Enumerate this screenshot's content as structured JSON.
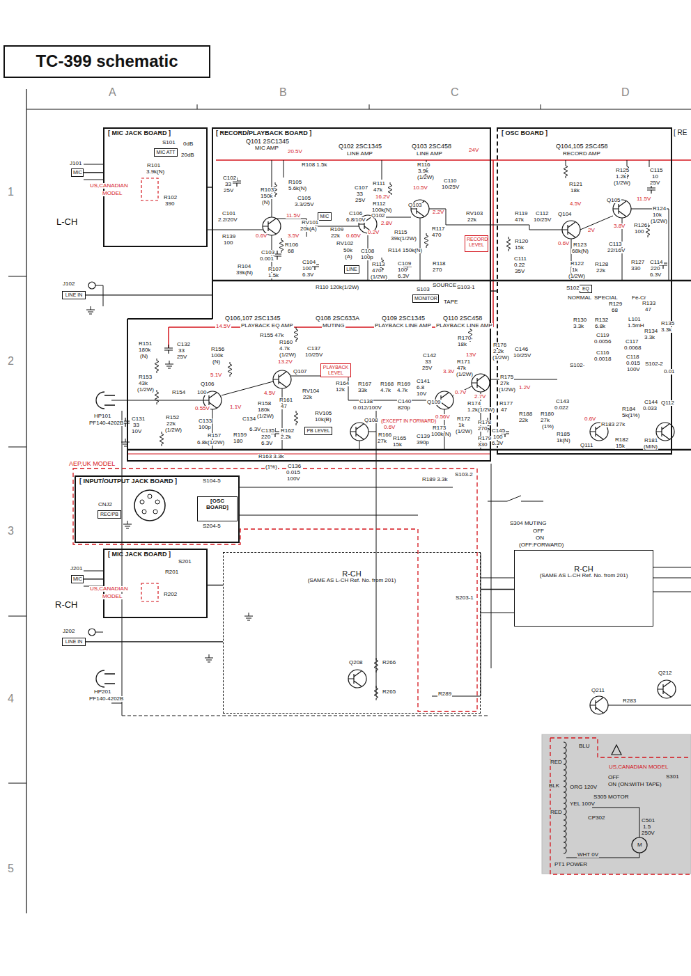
{
  "diagram": {
    "title": "TC-399 schematic",
    "nodes": [
      {
        "text": [
          "[ MIC JACK BOARD ]"
        ]
      },
      {
        "text": [
          "[ RECORD/PLAYBACK BOARD ]"
        ]
      },
      {
        "text": [
          "[ OSC BOARD ]"
        ]
      },
      {
        "text": [
          "[ INPUT/OUTPUT JACK BOARD ]"
        ]
      },
      {
        "text": [
          "[OSC BOARD]"
        ],
        "in": 3
      },
      {
        "text": [
          "[ MIC JACK BOARD ]"
        ]
      },
      {
        "text": [
          "R-CH",
          "(SAME AS L-CH Ref. No. from 201)"
        ]
      },
      {
        "text": [
          "R-CH",
          "(SAME AS L-CH Ref. No. from 201)"
        ]
      },
      {
        "text": [
          "MIC ATT"
        ],
        "in": 0
      },
      {
        "text": [
          "MIC"
        ],
        "in": 1
      },
      {
        "text": [
          "LINE"
        ],
        "in": 1
      },
      {
        "text": [
          "RECORD LEVEL"
        ],
        "in": 1
      },
      {
        "text": [
          "MONITOR"
        ],
        "in": 1
      },
      {
        "text": [
          "PLAYBACK LEVEL"
        ],
        "in": 1
      },
      {
        "text": [
          "PB LEVEL"
        ],
        "in": 1
      },
      {
        "text": [
          "EQ"
        ],
        "in": 2
      },
      {
        "text": [
          "REC/PB"
        ],
        "in": 3
      },
      {
        "text": [
          "MIC"
        ]
      },
      {
        "text": [
          "LINE IN"
        ]
      },
      {
        "text": [
          "MIC"
        ]
      },
      {
        "text": [
          "LINE IN"
        ]
      }
    ],
    "edges": [
      {
        "from": 17,
        "to": 0,
        "arrow": "none"
      },
      {
        "from": 0,
        "to": 1,
        "arrow": "none"
      },
      {
        "from": 18,
        "to": 1,
        "arrow": "none"
      },
      {
        "from": 1,
        "to": 2,
        "arrow": "none"
      },
      {
        "from": 19,
        "to": 5,
        "arrow": "none"
      },
      {
        "from": 5,
        "to": 6,
        "arrow": "none"
      },
      {
        "from": 20,
        "to": 6,
        "arrow": "none"
      },
      {
        "from": 6,
        "to": 7,
        "arrow": "none"
      }
    ],
    "labels": [
      "A",
      "B",
      "C",
      "D",
      "1",
      "2",
      "3",
      "4",
      "5",
      "J101",
      "S101",
      "0dB",
      "20dB",
      "R101",
      "3.9k(N)",
      "US,CANADIAN",
      "MODEL",
      "R102",
      "390",
      "L-CH",
      "J102",
      "R-CH",
      "J201",
      "S201",
      "R201",
      "US,CANADIAN",
      "MODEL",
      "R202",
      "J202",
      "HP101",
      "PF140-4202B",
      "HP201",
      "PF140-4202B",
      "AEP,UK MODEL",
      "CNJ2",
      "Q101 2SC1345",
      "MIC AMP",
      "Q102 2SC1345",
      "LINE AMP",
      "Q103 2SC458",
      "LINE AMP",
      "20.5V",
      "24V",
      "R108 1.5k",
      "C102",
      "33",
      "25V",
      "R103",
      "150k",
      "(N)",
      "R105",
      "5.6k(N)",
      "C105",
      "3.3/25V",
      "11.5V",
      "C101",
      "2.2/20V",
      "R139",
      "100",
      "0.6V",
      "3.5V",
      "RV101",
      "20k(A)",
      "R106",
      "68",
      "C103",
      "0.001",
      "R104",
      "39k(N)",
      "R107",
      "1.5k",
      "C104",
      "100",
      "6.3V",
      "R109",
      "22k",
      "RV102",
      "50k",
      "(A)",
      "R110 120k(1/2W)",
      "C107",
      "33",
      "25V",
      "R111",
      "47k",
      "16.2V",
      "R112",
      "100k(N)",
      "2.8V",
      "C106",
      "6.8/10V",
      "0.65V",
      "Q102",
      "0.2V",
      "R115",
      "39k(1/2W)",
      "C108",
      "100p",
      "R113",
      "470",
      "(1/2W)",
      "R114 150k(N)",
      "C109",
      "100",
      "6.3V",
      "R116",
      "3.9k",
      "(1/2W)",
      "10.5V",
      "Q103",
      "2.2V",
      "R117",
      "470",
      "R118",
      "270",
      "C110",
      "10/25V",
      "RV103",
      "22k",
      "SOURCE",
      "TAPE",
      "S103-1",
      "S103",
      "Q104,105 2SC458",
      "RECORD AMP",
      "R121",
      "18k",
      "R125",
      "1.2k",
      "(1/2W)",
      "C115",
      "10",
      "25V",
      "4.5V",
      "11.5V",
      "Q105",
      "R124",
      "10k",
      "(1/2W)",
      "Q104",
      "3.8V",
      "R126",
      "100",
      "2V",
      "R119",
      "47k",
      "C112",
      "10/25V",
      "R120",
      "15k",
      "0.6V",
      "R123",
      "68k(N)",
      "C113",
      "22/16V",
      "C111",
      "0.22",
      "35V",
      "R122",
      "1k",
      "(1/2W)",
      "R128",
      "22k",
      "R127",
      "330",
      "C114",
      "220",
      "6.3V",
      "S102",
      "NORMAL",
      "SPECIAL",
      "Fe-Cr",
      "R129",
      "68",
      "R133",
      "47",
      "R130",
      "3.3k",
      "R132",
      "6.8k",
      "L101",
      "1.5mH",
      "C119",
      "0.0056",
      "C117",
      "0.0068",
      "R134",
      "3.3k",
      "R135",
      "3.3k",
      "C116",
      "0.0018",
      "C118",
      "0.015",
      "100V",
      "S102-",
      "S102-2",
      "0.01",
      "Q106,107 2SC1345",
      "PLAYBACK EQ AMP",
      "14.5V",
      "R155 47k",
      "Q108 2SC633A",
      "MUTING",
      "Q109 2SC1345",
      "PLAYBACK LINE AMP",
      "Q110 2SC458",
      "PLAYBACK LINE AMP",
      "R151",
      "180k",
      "(N)",
      "C132",
      "33",
      "25V",
      "R153",
      "43k",
      "(1/2W)",
      "R156",
      "100k",
      "(N)",
      "R160",
      "4.7k",
      "(1/2W)",
      "13.2V",
      "C137",
      "10/25V",
      "5.1V",
      "Q107",
      "4.5V",
      "R154",
      "100",
      "Q106",
      "R158",
      "180k",
      "(1/2W)",
      "R161",
      "47",
      "0.55V",
      "1.1V",
      "C133",
      "100p",
      "C134",
      "6.3V",
      "R157",
      "6.8k(1/2W)",
      "R159",
      "180",
      "C135",
      "220",
      "6.3V",
      "R162",
      "2.2k",
      "C131",
      "33",
      "10V",
      "R152",
      "22k",
      "(1/2W)",
      "R163 3.3k",
      "(1%)",
      "C136",
      "0.015",
      "100V",
      "RV104",
      "22k",
      "RV105",
      "10k(B)",
      "R164",
      "12k",
      "R167",
      "33k",
      "C138",
      "0.012/100V",
      "R168",
      "4.7k",
      "R169",
      "4.7k",
      "C140",
      "820p",
      "C141",
      "6.8",
      "10V",
      "C142",
      "33",
      "25V",
      "3.3V",
      "Q109",
      "0.7V",
      "0.56V",
      "(EXCEPT IN FORWARD)",
      "0.6V",
      "Q108",
      "R166",
      "27k",
      "R165",
      "15k",
      "C139",
      "390p",
      "R173",
      "100k(N)",
      "R172",
      "1k",
      "(1/2W)",
      "R178",
      "270",
      "R179",
      "330",
      "R170",
      "18k",
      "R171",
      "47k",
      "(1/2W)",
      "13V",
      "2.7V",
      "R174",
      "1.2k(1/2W)",
      "R177",
      "47",
      "R176",
      "2.2k",
      "(1/2W)",
      "C146",
      "10/25V",
      "R175",
      "27k",
      "(1/2W)",
      "1.2V",
      "R188",
      "22k",
      "C145",
      "100",
      "6.3V",
      "C143",
      "0.022",
      "R180",
      "27k",
      "(1%)",
      "0.6V",
      "R184",
      "5k(1%)",
      "C144",
      "0.033",
      "R183 27k",
      "Q111",
      "Q112",
      "R185",
      "1k(N)",
      "R182",
      "15k",
      "R181",
      "(MIN)",
      "S103-2",
      "R189 3.3k",
      "S104-5",
      "S204-5",
      "S304 MUTING",
      "OFF",
      "ON",
      "(OFF:FORWARD)",
      "S203-1",
      "Q208",
      "R266",
      "R265",
      "R289",
      "Q211",
      "R283",
      "Q212",
      "[ RE",
      "BLU",
      "RED",
      "US,CANADIAN MODEL",
      "OFF",
      "ON (ON:WITH TAPE)",
      "S301",
      "BLK",
      "ORG 120V",
      "S305 MOTOR",
      "YEL 100V",
      "RED",
      "CP302",
      "C501",
      "1.5",
      "250V",
      "WHT 0V",
      "PT1 POWER",
      "M"
    ]
  }
}
